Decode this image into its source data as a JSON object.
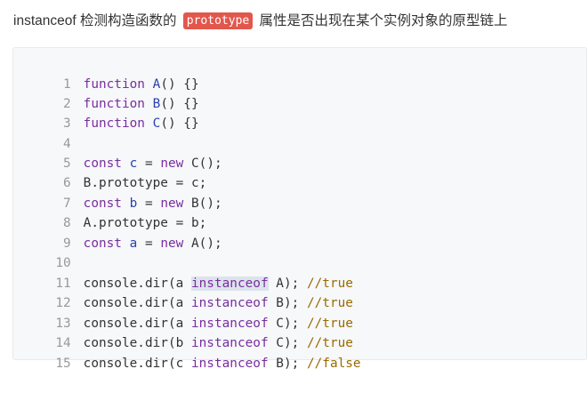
{
  "intro": {
    "before": "instanceof 检测构造函数的",
    "tag": "prototype",
    "after": "属性是否出现在某个实例对象的原型链上"
  },
  "code": {
    "line_numbers": [
      "1",
      "2",
      "3",
      "4",
      "5",
      "6",
      "7",
      "8",
      "9",
      "10",
      "11",
      "12",
      "13",
      "14",
      "15"
    ],
    "tokens": {
      "function": "function",
      "const": "const",
      "new": "new",
      "instanceof": "instanceof",
      "A": "A",
      "B": "B",
      "C": "C",
      "a": "a",
      "b": "b",
      "c": "c",
      "parens_brace": "() {}",
      "eq": " = ",
      "call_end": "();",
      "dot_proto": ".prototype = ",
      "semi": ";",
      "console": "console.dir(",
      "close": ");",
      "sp": " ",
      "comment_true": "//true",
      "comment_false": "//false"
    }
  }
}
